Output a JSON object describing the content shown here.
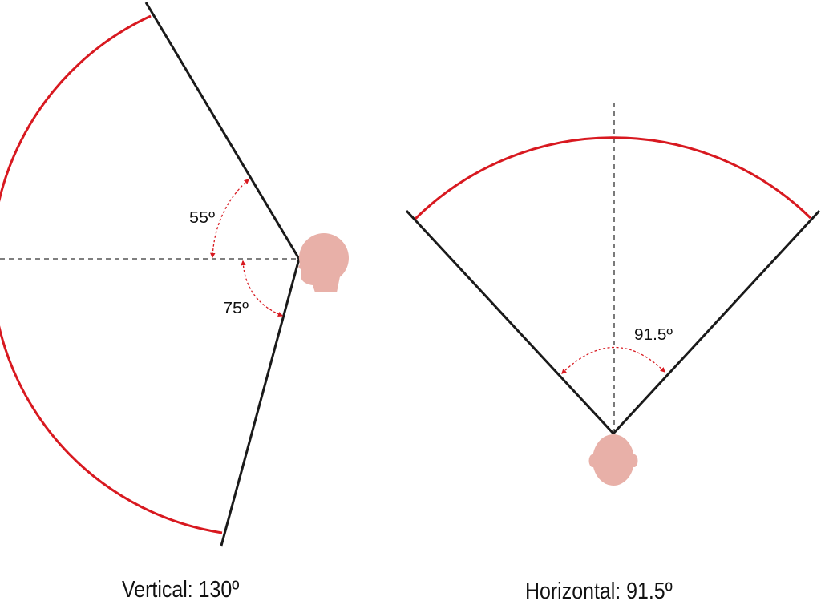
{
  "vertical": {
    "upper_angle_label": "55º",
    "lower_angle_label": "75º",
    "caption": "Vertical: 130º"
  },
  "horizontal": {
    "angle_label": "91.5º",
    "caption": "Horizontal: 91.5º"
  },
  "colors": {
    "arc": "#d81920",
    "boundary": "#1a1a1a",
    "head": "#e8b0a8",
    "reference_line": "#333333"
  }
}
